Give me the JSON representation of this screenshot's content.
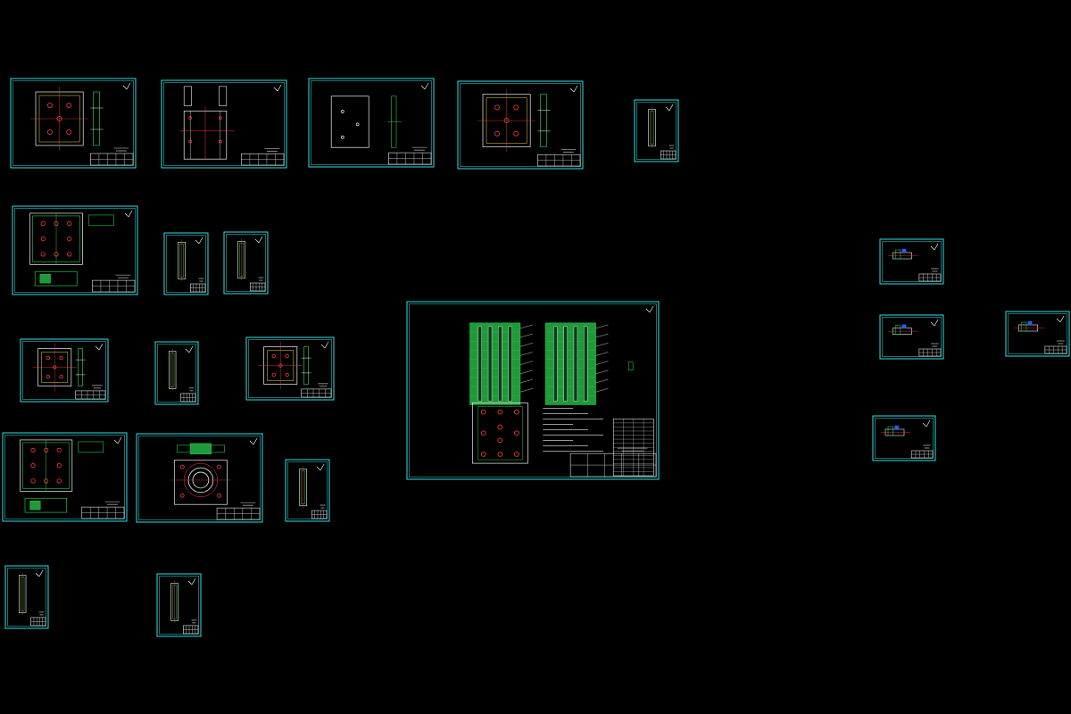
{
  "canvas": {
    "background": "#000000"
  },
  "colors": {
    "border": "#2fe0e6",
    "table": "#e6e6e6",
    "green": "#22c84a",
    "green_fill": "#1f9a3a",
    "red": "#ff3b3b",
    "white": "#f2f2f2",
    "yellow": "#e8d84a",
    "blue": "#2a5cff"
  },
  "sheets": [
    {
      "name": "sheet-top-plate-1",
      "kind": "plate-holes"
    },
    {
      "name": "sheet-side-rails",
      "kind": "rails"
    },
    {
      "name": "sheet-backing-plate",
      "kind": "plate-small"
    },
    {
      "name": "sheet-stripper-plate",
      "kind": "plate-holes"
    },
    {
      "name": "sheet-pin-small",
      "kind": "pin"
    },
    {
      "name": "sheet-cavity-plate",
      "kind": "cavity"
    },
    {
      "name": "sheet-guide-pin-a",
      "kind": "pin"
    },
    {
      "name": "sheet-guide-pin-b",
      "kind": "pin"
    },
    {
      "name": "sheet-insert-a",
      "kind": "plate-holes"
    },
    {
      "name": "sheet-bushing",
      "kind": "pin"
    },
    {
      "name": "sheet-insert-b",
      "kind": "plate-holes"
    },
    {
      "name": "sheet-core-plate",
      "kind": "cavity"
    },
    {
      "name": "sheet-clamp-plate",
      "kind": "round"
    },
    {
      "name": "sheet-sprue",
      "kind": "pin"
    },
    {
      "name": "sheet-ejector-a",
      "kind": "pin"
    },
    {
      "name": "sheet-ejector-b",
      "kind": "pin"
    },
    {
      "name": "sheet-assembly",
      "kind": "assembly"
    },
    {
      "name": "sheet-part-a",
      "kind": "small-part"
    },
    {
      "name": "sheet-part-b",
      "kind": "small-part"
    },
    {
      "name": "sheet-part-c",
      "kind": "small-part"
    },
    {
      "name": "sheet-part-d",
      "kind": "small-part"
    }
  ]
}
